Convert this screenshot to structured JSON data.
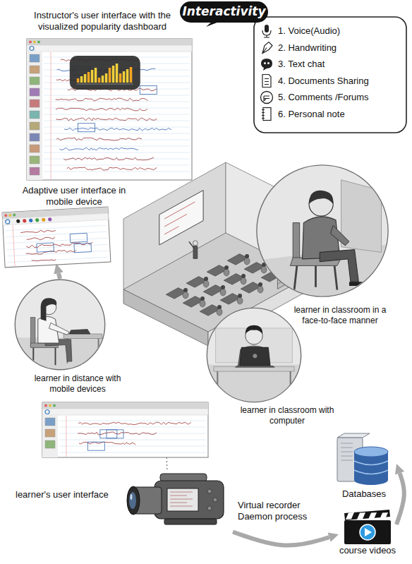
{
  "diagram": {
    "title": "Interactivity",
    "nodes": [
      {
        "text": [
          "Instructor's user interface with the visualized popularity dashboard"
        ]
      },
      {
        "text": [
          "Adaptive user interface in mobile device"
        ]
      },
      {
        "text": [
          "learner in classroom in a face-to-face manner"
        ]
      },
      {
        "text": [
          "learner in distance with mobile devices"
        ]
      },
      {
        "text": [
          "learner in classroom with computer"
        ]
      },
      {
        "text": [
          "learner's user interface"
        ]
      },
      {
        "text": [
          "Virtual recorder Daemon process"
        ]
      },
      {
        "text": [
          "course videos"
        ]
      },
      {
        "text": [
          "Databases"
        ]
      }
    ],
    "edges": [
      {
        "from": 3,
        "to": 1,
        "arrow": "to"
      },
      {
        "from": 5,
        "to": 6,
        "arrow": "none"
      },
      {
        "from": 6,
        "to": 7,
        "arrow": "to"
      },
      {
        "from": 7,
        "to": 8,
        "arrow": "to"
      }
    ],
    "legend": [
      {
        "text": "1. Voice(Audio)"
      },
      {
        "text": "2. Handwriting"
      },
      {
        "text": "3. Text chat"
      },
      {
        "text": "4. Documents Sharing"
      },
      {
        "text": "5. Comments /Forums"
      },
      {
        "text": "6. Personal note"
      }
    ]
  }
}
